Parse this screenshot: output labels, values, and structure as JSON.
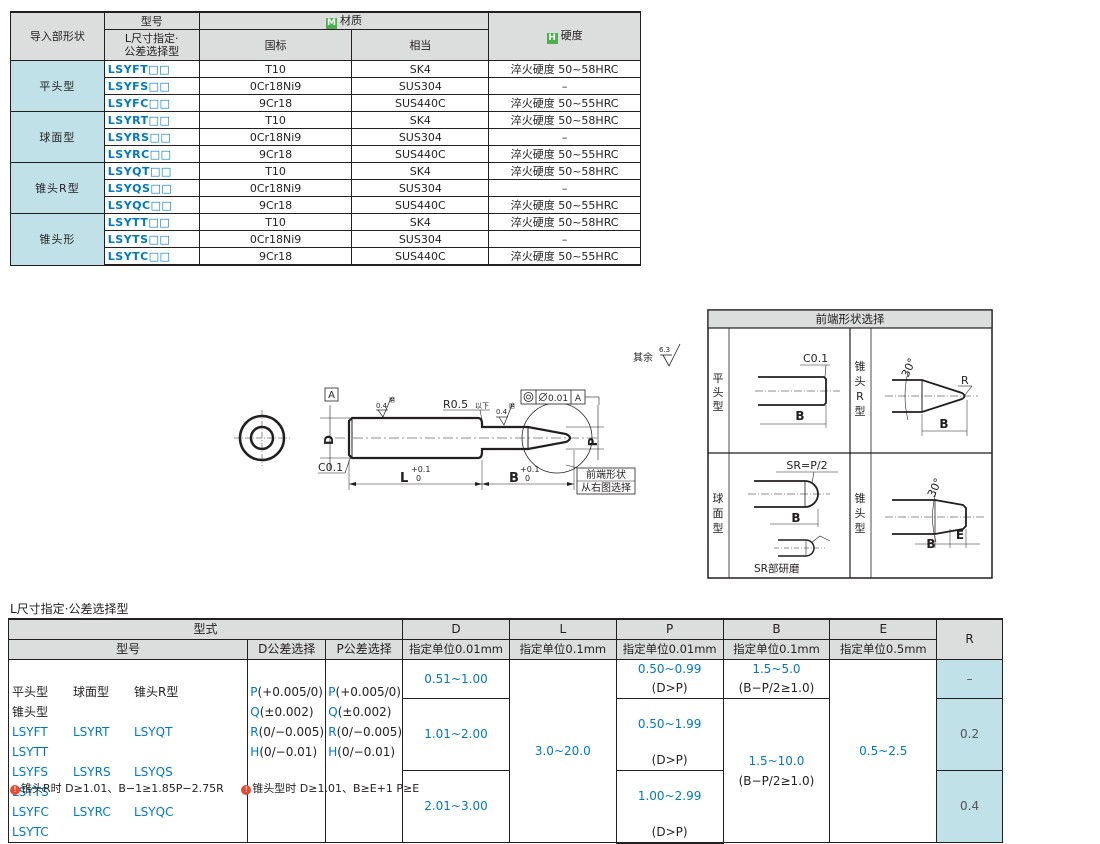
{
  "material_table": {
    "header": {
      "shape": "导入部形状",
      "model": "型号",
      "l_spec": "L尺寸指定·",
      "l_spec2": "公差选择型",
      "material_badge": "M",
      "material": "材质",
      "gb": "国标",
      "equiv": "相当",
      "hard_badge": "H",
      "hardness": "硬度"
    },
    "groups": [
      {
        "shape": "平头型",
        "rows": [
          {
            "code": "LSYFT□□",
            "gb": "T10",
            "eq": "SK4",
            "hard": "淬火硬度 50~58HRC"
          },
          {
            "code": "LSYFS□□",
            "gb": "0Cr18Ni9",
            "eq": "SUS304",
            "hard": "–"
          },
          {
            "code": "LSYFC□□",
            "gb": "9Cr18",
            "eq": "SUS440C",
            "hard": "淬火硬度 50~55HRC"
          }
        ]
      },
      {
        "shape": "球面型",
        "rows": [
          {
            "code": "LSYRT□□",
            "gb": "T10",
            "eq": "SK4",
            "hard": "淬火硬度 50~58HRC"
          },
          {
            "code": "LSYRS□□",
            "gb": "0Cr18Ni9",
            "eq": "SUS304",
            "hard": "–"
          },
          {
            "code": "LSYRC□□",
            "gb": "9Cr18",
            "eq": "SUS440C",
            "hard": "淬火硬度 50~55HRC"
          }
        ]
      },
      {
        "shape": "锥头R型",
        "rows": [
          {
            "code": "LSYQT□□",
            "gb": "T10",
            "eq": "SK4",
            "hard": "淬火硬度 50~58HRC"
          },
          {
            "code": "LSYQS□□",
            "gb": "0Cr18Ni9",
            "eq": "SUS304",
            "hard": "–"
          },
          {
            "code": "LSYQC□□",
            "gb": "9Cr18",
            "eq": "SUS440C",
            "hard": "淬火硬度 50~55HRC"
          }
        ]
      },
      {
        "shape": "锥头形",
        "rows": [
          {
            "code": "LSYTT□□",
            "gb": "T10",
            "eq": "SK4",
            "hard": "淬火硬度 50~58HRC"
          },
          {
            "code": "LSYTS□□",
            "gb": "0Cr18Ni9",
            "eq": "SUS304",
            "hard": "–"
          },
          {
            "code": "LSYTC□□",
            "gb": "9Cr18",
            "eq": "SUS440C",
            "hard": "淬火硬度 50~55HRC"
          }
        ]
      }
    ]
  },
  "drawing": {
    "rest_roughness": "其余",
    "rest_roughness_value": "6.3",
    "datum": "A",
    "rough_04": "0.4",
    "grind": "磨",
    "r05": "R0.5",
    "r05_note": "以下",
    "gdt_value": "0.01",
    "gdt_datum": "A",
    "d_label": "D",
    "p_label": "P",
    "c01": "C0.1",
    "l_label": "L",
    "b_label": "B",
    "tol_upper": "+0.1",
    "tol_lower": "0",
    "note_line1": "前端形状",
    "note_line2": "从右图选择",
    "shape_panel": {
      "title": "前端形状选择",
      "flat": {
        "name": [
          "平",
          "头",
          "型"
        ],
        "c01": "C0.1",
        "b": "B"
      },
      "cone_r": {
        "name": [
          "锥",
          "头",
          "R",
          "型"
        ],
        "angle": "30°",
        "r": "R",
        "b": "B"
      },
      "sphere": {
        "name": [
          "球",
          "面",
          "型"
        ],
        "sr": "SR=P/2",
        "b": "B",
        "polish": "SR部研磨"
      },
      "cone": {
        "name": [
          "锥",
          "头",
          "型"
        ],
        "angle": "30°",
        "b": "B",
        "e": "E"
      }
    }
  },
  "selection_table": {
    "title": "L尺寸指定·公差选择型",
    "header": {
      "style": "型式",
      "model": "型号",
      "d_tol": "D公差选择",
      "p_tol": "P公差选择",
      "D": "D",
      "D_unit": "指定单位0.01mm",
      "L": "L",
      "L_unit": "指定单位0.1mm",
      "P": "P",
      "P_unit": "指定单位0.01mm",
      "B": "B",
      "B_unit": "指定单位0.1mm",
      "E": "E",
      "E_unit": "指定单位0.5mm",
      "R": "R"
    },
    "types": [
      "平头型",
      "球面型",
      "锥头R型",
      "锥头型"
    ],
    "codes": [
      [
        "LSYFT",
        "LSYRT",
        "LSYQT",
        "LSYTT"
      ],
      [
        "LSYFS",
        "LSYRS",
        "LSYQS",
        "LSYTS"
      ],
      [
        "LSYFC",
        "LSYRC",
        "LSYQC",
        "LSYTC"
      ]
    ],
    "d_tol": [
      {
        "k": "P",
        "v": "(+0.005/0)"
      },
      {
        "k": "Q",
        "v": "(±0.002)"
      },
      {
        "k": "R",
        "v": "(0/−0.005)"
      },
      {
        "k": "H",
        "v": "(0/−0.01)"
      }
    ],
    "p_tol": [
      {
        "k": "P",
        "v": "(+0.005/0)"
      },
      {
        "k": "Q",
        "v": "(±0.002)"
      },
      {
        "k": "R",
        "v": "(0/−0.005)"
      },
      {
        "k": "H",
        "v": "(0/−0.01)"
      }
    ],
    "D_ranges": [
      "0.51~1.00",
      "1.01~2.00",
      "2.01~3.00"
    ],
    "L_range": "3.0~20.0",
    "P_rows": [
      {
        "range": "0.50~0.99",
        "cond": "(D>P)"
      },
      {
        "range": "0.50~1.99",
        "cond": "(D>P)"
      },
      {
        "range": "1.00~2.99",
        "cond": "(D>P)"
      }
    ],
    "B_rows": [
      {
        "range": "1.5~5.0",
        "cond": "(B−P/2≥1.0)"
      },
      {
        "range": "1.5~10.0",
        "cond": "(B−P/2≥1.0)"
      }
    ],
    "E_range": "0.5~2.5",
    "R_values": [
      "–",
      "0.2",
      "0.4"
    ]
  },
  "footnote": {
    "mark": "!",
    "note1": "锥头R时  D≥1.01、B−1≥1.85P−2.75R",
    "note2": "锥头型时  D≥1.01、B≥E+1   P≥E"
  }
}
